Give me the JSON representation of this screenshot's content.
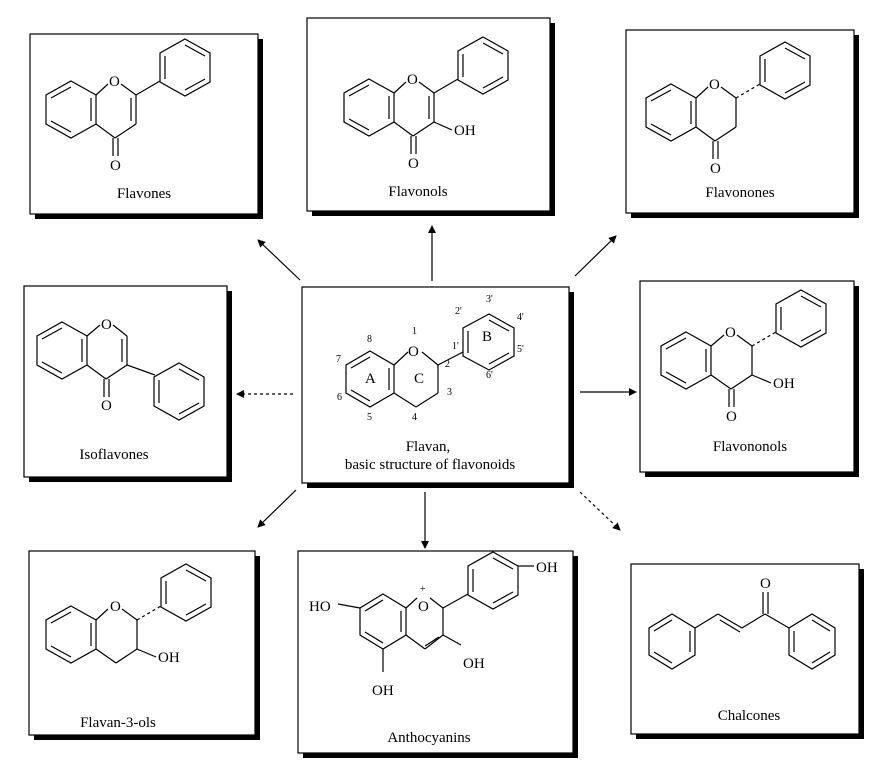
{
  "center": {
    "title_line1": "Flavan,",
    "title_line2": "basic structure of flavonoids",
    "ring_labels": [
      "A",
      "B",
      "C"
    ],
    "atom_numbers": [
      "1",
      "2",
      "3",
      "4",
      "5",
      "6",
      "7",
      "8",
      "1'",
      "2'",
      "3'",
      "4'",
      "5'",
      "6'"
    ]
  },
  "classes": [
    {
      "id": "flavones",
      "label": "Flavones"
    },
    {
      "id": "flavonols",
      "label": "Flavonols"
    },
    {
      "id": "flavanones",
      "label": "Flavonones"
    },
    {
      "id": "isoflavones",
      "label": "Isoflavones"
    },
    {
      "id": "flavanonols",
      "label": "Flavononols"
    },
    {
      "id": "flavan3ols",
      "label": "Flavan-3-ols"
    },
    {
      "id": "anthocyanins",
      "label": "Anthocyanins"
    },
    {
      "id": "chalcones",
      "label": "Chalcones"
    }
  ],
  "atoms": {
    "oxygen": "O",
    "hydroxyl": "OH",
    "hydroxyl_left": "HO",
    "cation_charge": "+"
  }
}
